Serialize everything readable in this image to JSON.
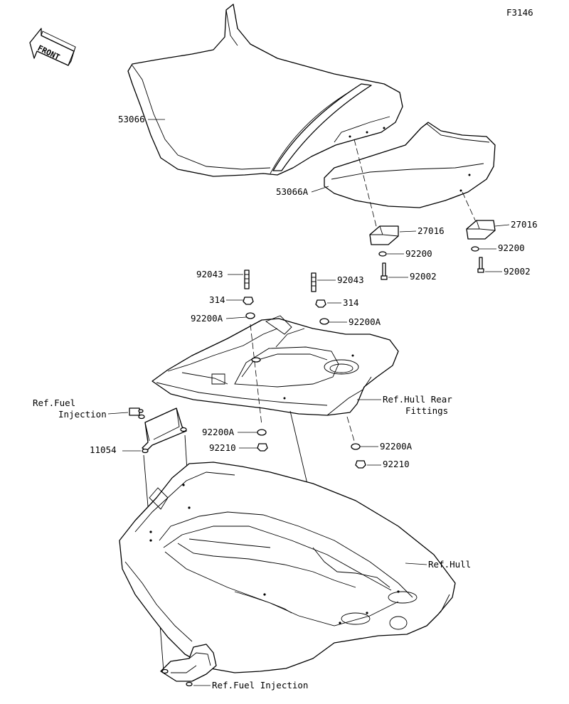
{
  "diagram_code": "F3146",
  "front_label": "FRONT",
  "labels": {
    "seat_front": "53066",
    "seat_rear": "53066A",
    "bracket_right_a": "27016",
    "bracket_right_b": "27016",
    "washer_a": "92200",
    "washer_b": "92200",
    "bolt_a": "92002",
    "bolt_b": "92002",
    "stud_left": "92043",
    "stud_right": "92043",
    "nut_left": "314",
    "nut_right": "314",
    "washer_left": "92200A",
    "washer_right": "92200A",
    "washer_low_left": "92200A",
    "nut_low_left": "92210",
    "washer_low_right": "92200A",
    "nut_low_right": "92210",
    "bracket": "11054",
    "ref_fuel_1": "Ref.Fuel",
    "ref_fuel_2": "Injection",
    "ref_hull_rear_1": "Ref.Hull Rear",
    "ref_hull_rear_2": "Fittings",
    "ref_hull": "Ref.Hull",
    "ref_fuel_bottom": "Ref.Fuel Injection"
  }
}
